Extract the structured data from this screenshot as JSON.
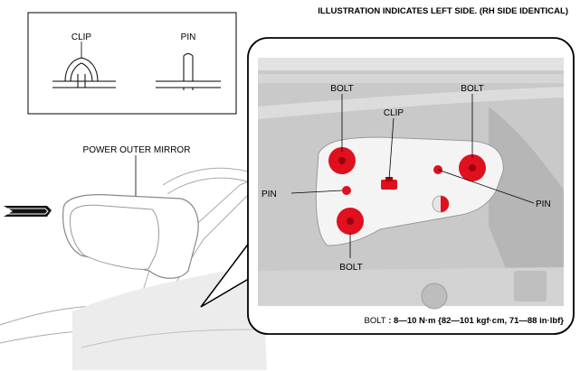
{
  "header": {
    "note": "ILLUSTRATION INDICATES LEFT SIDE. (RH SIDE IDENTICAL)"
  },
  "legend": {
    "clip_label": "CLIP",
    "pin_label": "PIN"
  },
  "overview": {
    "mirror_label": "POWER OUTER MIRROR"
  },
  "detail": {
    "labels": {
      "bolt_top_left": "BOLT",
      "bolt_top_right": "BOLT",
      "bolt_bottom": "BOLT",
      "clip": "CLIP",
      "pin_left": "PIN",
      "pin_right": "PIN"
    },
    "torque_name": "BOLT",
    "torque_spec": " : 8—10 N·m {82—101 kgf·cm, 71—88 in·lbf}"
  },
  "colors": {
    "bolt_red": "#e0101e",
    "frame": "#000000",
    "photo_gray": "#c8c8c8"
  }
}
